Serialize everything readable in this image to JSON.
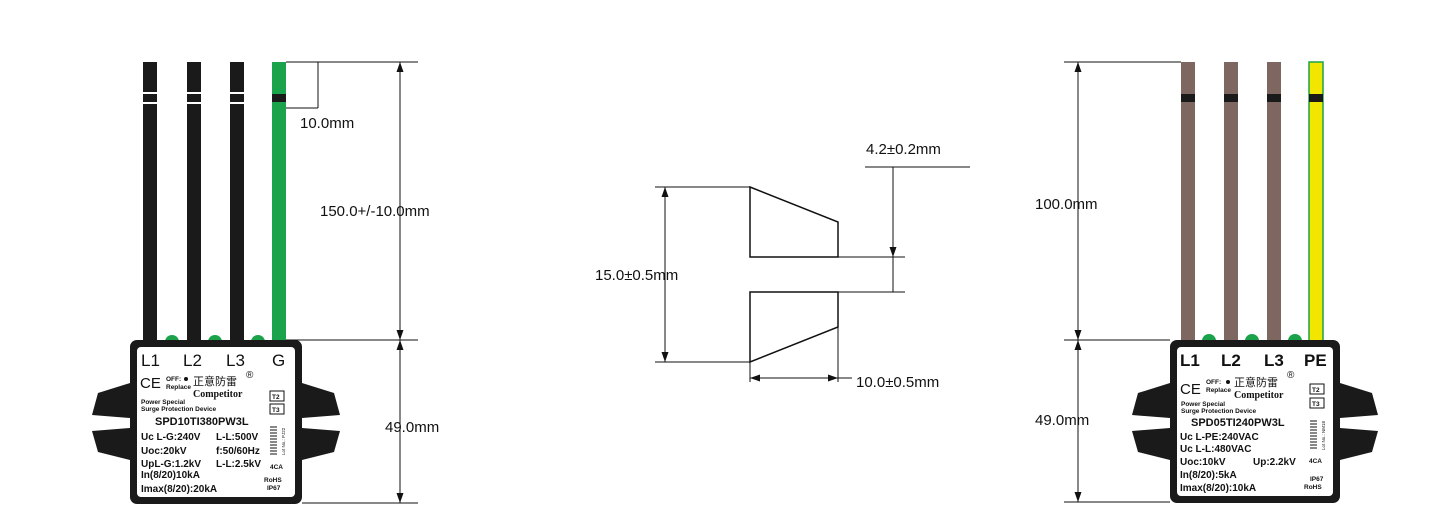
{
  "left_device": {
    "terminals": [
      "L1",
      "L2",
      "L3",
      "G"
    ],
    "brand_cn": "正意防雷",
    "brand": "Competitor",
    "registered": "®",
    "off_label": "OFF:",
    "replace_label": "Replace",
    "ce": "CE",
    "type_badges": [
      "T2",
      "T3"
    ],
    "desc_line1": "Power Special",
    "desc_line2": "Surge Protection Device",
    "model": "SPD10TI380PW3L",
    "specs": [
      [
        "Uc L-G:240V",
        "L-L:500V"
      ],
      [
        "Uoc:20kV",
        "f:50/60Hz"
      ],
      [
        "UpL-G:1.2kV",
        "L-L:2.5kV"
      ],
      [
        "In(8/20)10kA",
        ""
      ],
      [
        "Imax(8/20):20kA",
        ""
      ]
    ],
    "lot": "Lot No.: PJ22",
    "code": "4CA",
    "rohs": "RoHS",
    "ip": "IP67",
    "wire_colors": {
      "line": "#1a1a1a",
      "ground": "#1aa34a"
    },
    "dimensions": {
      "strip": "10.0mm",
      "lead_length": "150.0+/-10.0mm",
      "body_height": "49.0mm"
    }
  },
  "center_detail": {
    "dimensions": {
      "gap": "4.2±0.2mm",
      "height": "15.0±0.5mm",
      "width": "10.0±0.5mm"
    }
  },
  "right_device": {
    "terminals": [
      "L1",
      "L2",
      "L3",
      "PE"
    ],
    "brand_cn": "正意防雷",
    "brand": "Competitor",
    "registered": "®",
    "off_label": "OFF:",
    "replace_label": "Replace",
    "ce": "CE",
    "type_badges": [
      "T2",
      "T3"
    ],
    "desc_line1": "Power Special",
    "desc_line2": "Surge Protection Device",
    "model": "SPD05TI240PW3L",
    "specs": [
      [
        "Uc L-PE:240VAC",
        ""
      ],
      [
        "Uc L-L:480VAC",
        ""
      ],
      [
        "Uoc:10kV",
        "Up:2.2kV"
      ],
      [
        "In(8/20):5kA",
        ""
      ],
      [
        "Imax(8/20):10kA",
        ""
      ]
    ],
    "lot": "Lot No.: NM18",
    "code": "4CA",
    "rohs": "RoHS",
    "ip": "IP67",
    "wire_colors": {
      "line": "#7d6760",
      "ground": "#f2e600",
      "ground_stripe": "#1aa34a"
    },
    "dimensions": {
      "lead_length": "100.0mm",
      "body_height": "49.0mm"
    }
  }
}
